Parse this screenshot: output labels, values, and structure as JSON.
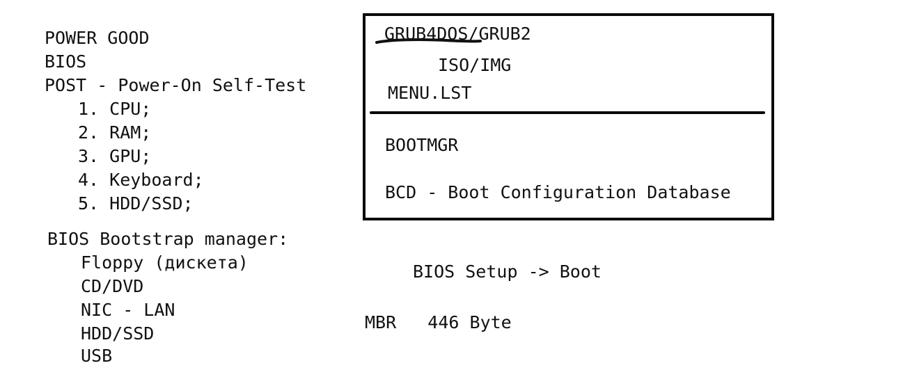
{
  "left": {
    "power_good": "POWER GOOD",
    "bios": "BIOS",
    "post": "POST - Power-On Self-Test",
    "post_items": [
      "1. CPU;",
      "2. RAM;",
      "3. GPU;",
      "4. Keyboard;",
      "5. HDD/SSD;"
    ],
    "bootstrap_title": "BIOS Bootstrap manager:",
    "bootstrap_items": [
      "Floppy (дискета)",
      "CD/DVD",
      "NIC - LAN",
      "HDD/SSD",
      "USB"
    ]
  },
  "box": {
    "grub_underlined": "GRUB4DOS",
    "grub_rest": "/GRUB2",
    "iso": "ISO/IMG",
    "menu": "MENU.LST",
    "bootmgr": "BOOTMGR",
    "bcd": "BCD - Boot Configuration Database"
  },
  "right": {
    "bios_setup": "BIOS Setup -> Boot",
    "mbr": "MBR   446 Byte"
  }
}
